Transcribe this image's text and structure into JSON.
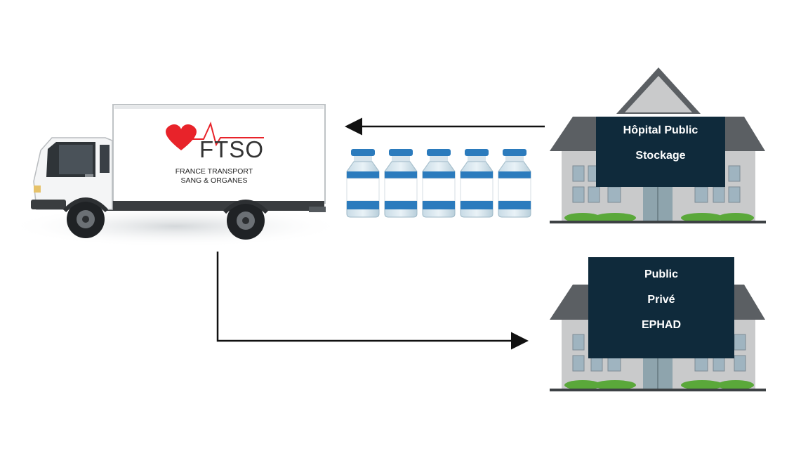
{
  "truck": {
    "logo_brand": "FTSO",
    "logo_line1": "FRANCE TRANSPORT",
    "logo_line2": "SANG & ORGANES"
  },
  "building_top": {
    "line1": "Hôpital Public",
    "line2": "Stockage"
  },
  "building_bottom": {
    "line1": "Public",
    "line2": "Privé",
    "line3": "EPHAD"
  },
  "vials": {
    "count_shown": 5
  },
  "colors": {
    "label_box": "#0f2a3b",
    "vial_band": "#2b7bbd",
    "logo_red": "#e8232a",
    "roof": "#5b5f63",
    "wall": "#c9cacb",
    "window": "#9fb4c0",
    "hedge": "#5aa83a"
  }
}
